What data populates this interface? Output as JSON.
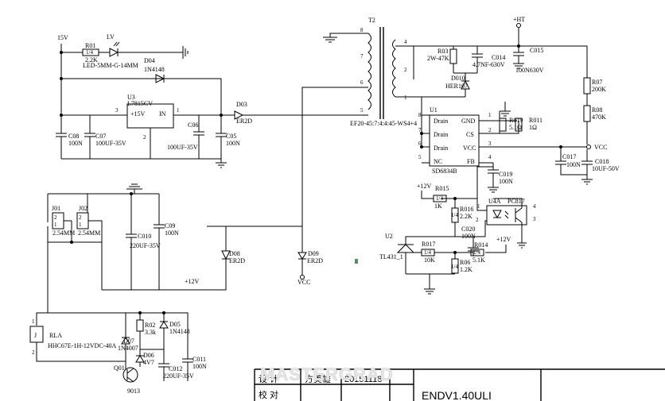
{
  "schematic": {
    "top_left": {
      "net_15v": "15V",
      "r01_name": "R01",
      "r01_value": "1/4",
      "r01_res": "2.2K",
      "lv_name": "LV",
      "led_part": "LED-5MM-G-14MM",
      "d04_name": "D04",
      "d04_part": "1N4148",
      "u3_name": "U3",
      "u3_part": "L7815CV",
      "u3_pin_out": "+15V",
      "u3_pin_in": "IN",
      "u3_pin3": "3",
      "u3_pin1": "1",
      "u3_pin2": "2",
      "d03_name": "D03",
      "d03_part": "ER2D",
      "c08_name": "C08",
      "c08_value": "100N",
      "c07_name": "C07",
      "c07_value": "100UF-35V",
      "c06_name": "C06",
      "c06_value": "100UF-35V",
      "c05_name": "C05",
      "c05_value": "100N"
    },
    "transformer": {
      "name": "T2",
      "part": "EF20-45:7:4:4:45-WS4+4",
      "pins": [
        "8",
        "7",
        "6",
        "5",
        "4",
        "2",
        "1"
      ]
    },
    "top_right": {
      "net_ht": "+HT",
      "r03_name": "R03",
      "r03_value": "2W-47K",
      "c014_name": "C014",
      "c014_value": "4.7NF-630V",
      "c015_name": "C015",
      "c015_value": "100N630V",
      "d010_name": "D010",
      "d010_part": "HER107",
      "r07_name": "R07",
      "r07_value": "200K",
      "r08_name": "R08",
      "r08_value": "470K",
      "net_vcc": "VCC",
      "c017_name": "C017",
      "c017_value": "100N",
      "c018_name": "C018",
      "c018_value": "10UF-50V"
    },
    "u1": {
      "name": "U1",
      "part": "SD6834B",
      "pins_left": [
        "Drain",
        "Drain",
        "Drain",
        "NC"
      ],
      "pins_right": [
        "GND",
        "CS",
        "VCC",
        "FB"
      ],
      "left_numbers": [
        "8",
        "7",
        "6",
        "5"
      ],
      "right_numbers": [
        "1",
        "2",
        "3",
        "4"
      ],
      "r019_name": "R019",
      "r019_value": "5.1Ω",
      "r011_name": "R011",
      "r011_value": "1Ω",
      "c019_name": "C019",
      "c019_value": "100N"
    },
    "feedback": {
      "net_12v_a": "+12V",
      "r015_name": "R015",
      "r015_tol": "1/4",
      "r015_value": "1K",
      "r016_name": "R016",
      "r016_tol": "1/4",
      "r016_value": "2.2K",
      "u4a_name": "U4A",
      "u4a_part": "PC817",
      "pin1": "1",
      "pin2": "2",
      "pin3": "3",
      "pin4": "4",
      "c020_name": "C020",
      "c020_value": "100N",
      "net_12v_b": "+12V",
      "u2_name": "U2",
      "u2_part": "TL431_1",
      "r017_name": "R017",
      "r017_tol": "1/4",
      "r017_value": "10K",
      "r014_name": "R014",
      "r014_tol": "1/4",
      "r014_value": "5.1K",
      "r06_name": "R06",
      "r06_tol": "1/4",
      "r06_value": "1.2K"
    },
    "bottom_left": {
      "j01_name": "J01",
      "j01_part": "2.54MM",
      "j02_name": "J02",
      "j02_part": "2.54MM",
      "c010_name": "C010",
      "c010_value": "220UF-35V",
      "c09_name": "C09",
      "c09_value": "100N",
      "d08_name": "D08",
      "d08_part": "ER2D",
      "d09_name": "D09",
      "d09_part": "ER2D",
      "net_vcc": "VCC",
      "net_12v": "+12V",
      "rla_name": "RLA",
      "rla_ref": "J",
      "rla_part": "HHC67E-1H-12VDC-40A",
      "r02_name": "R02",
      "r02_value": "3.3k",
      "d05_name": "D05",
      "d05_part": "1N4148",
      "d07_name": "D07",
      "d07_part": "1N4007",
      "d06_name": "D06",
      "d06_part": "4V7",
      "q01_name": "Q01",
      "q01_part": "9013",
      "c011_name": "C011",
      "c011_value": "100N",
      "c012_name": "C012",
      "c012_value": "220UF-35V"
    },
    "title_block": {
      "design_label": "设 计",
      "designer": "方美雄",
      "date": "20151118",
      "check_label": "校 对",
      "drawing_no": "ENDV1.40ULI",
      "watermark": "MASTERGRAD"
    }
  }
}
